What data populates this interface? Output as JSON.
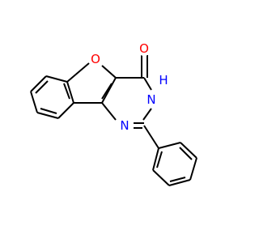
{
  "molecule": {
    "atoms": {
      "oxygen_ring": "O",
      "oxygen_carbonyl": "O",
      "nitrogen_nh": "N",
      "hydrogen_nh": "H",
      "nitrogen_ring": "N"
    },
    "colors": {
      "bond": "#000000",
      "oxygen": "#ff0000",
      "nitrogen": "#0000ff",
      "background": "#ffffff"
    }
  }
}
